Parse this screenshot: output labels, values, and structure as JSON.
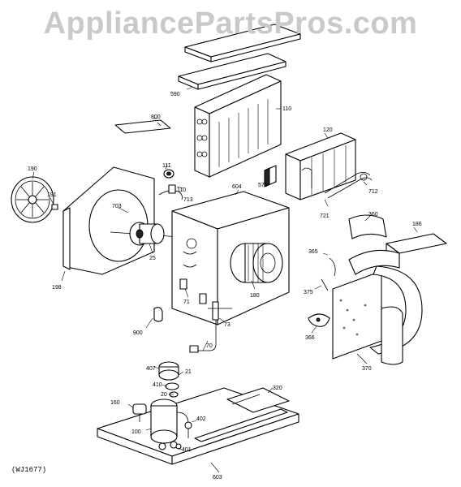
{
  "watermark": "AppliancePartsPros.com",
  "drawing_code": "(WJ1677)",
  "parts": {
    "p590": "590",
    "p110": "110",
    "p800": "800",
    "p120": "120",
    "p575": "575",
    "p111": "111",
    "p110b": "110",
    "p713": "713",
    "p712": "712",
    "p721": "721",
    "p190": "190",
    "p191": "191",
    "p604": "604",
    "p360": "360",
    "p186": "186",
    "p703": "703",
    "p25": "25",
    "p365": "365",
    "p375": "375",
    "p180": "180",
    "p198": "198",
    "p71": "71",
    "p73": "73",
    "p366": "366",
    "p900": "900",
    "p70": "70",
    "p370": "370",
    "p407": "407",
    "p21": "21",
    "p410": "410",
    "p20": "20",
    "p320": "320",
    "p160": "160",
    "p402": "402",
    "p100": "100",
    "p401": "401",
    "p603": "603"
  }
}
